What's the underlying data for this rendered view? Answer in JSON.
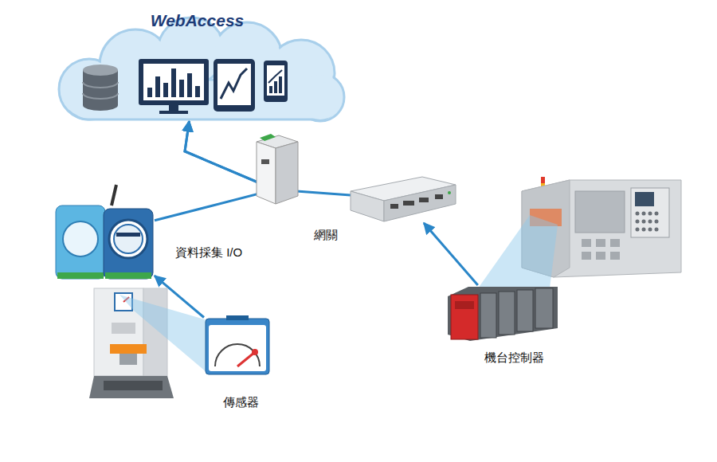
{
  "diagram": {
    "nodes": [
      {
        "text": [
          "WebAccess"
        ]
      },
      {
        "text": [
          "資料採集 I/O"
        ]
      },
      {
        "text": [
          "網關"
        ]
      },
      {
        "text": [
          "機台控制器"
        ]
      },
      {
        "text": [
          "傳感器"
        ]
      }
    ],
    "edges": [
      {
        "from": 4,
        "to": 1,
        "arrow": "to"
      },
      {
        "from": 1,
        "to": 0,
        "arrow": "to"
      },
      {
        "from": 2,
        "to": 0,
        "arrow": "to"
      },
      {
        "from": 3,
        "to": 2,
        "arrow": "to"
      }
    ]
  }
}
